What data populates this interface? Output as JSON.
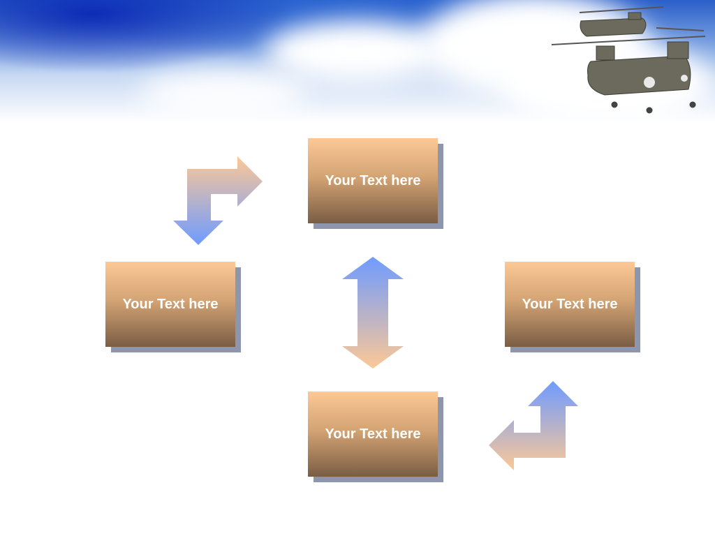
{
  "diagram": {
    "boxes": [
      {
        "id": "top",
        "text": "Your Text here"
      },
      {
        "id": "left",
        "text": "Your Text here"
      },
      {
        "id": "right",
        "text": "Your Text here"
      },
      {
        "id": "bottom",
        "text": "Your Text here"
      }
    ]
  },
  "colors": {
    "box_top": "#fcc896",
    "box_bottom": "#7a5d44",
    "box_shadow": "#8e96ad",
    "arrow_blue": "#6f9bff",
    "arrow_peach": "#fcc896",
    "sky": "#2b5fc9"
  },
  "icons": {
    "background": "sky-clouds",
    "decoration": "military-helicopters"
  }
}
